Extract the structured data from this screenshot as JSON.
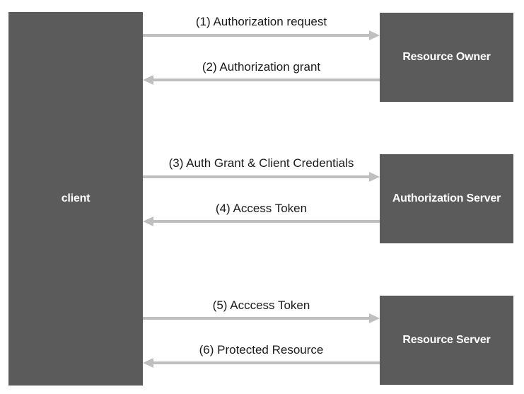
{
  "nodes": {
    "client": "client",
    "resource_owner": "Resource Owner",
    "authorization_server": "Authorization Server",
    "resource_server": "Resource Server"
  },
  "messages": [
    {
      "label": "(1) Authorization request",
      "direction": "client-to-server"
    },
    {
      "label": "(2) Authorization grant",
      "direction": "server-to-client"
    },
    {
      "label": "(3) Auth Grant & Client Credentials",
      "direction": "client-to-server"
    },
    {
      "label": "(4) Access Token",
      "direction": "server-to-client"
    },
    {
      "label": "(5) Acccess Token",
      "direction": "client-to-server"
    },
    {
      "label": "(6) Protected Resource",
      "direction": "server-to-client"
    }
  ],
  "colors": {
    "box": "#5b5b5b",
    "arrow": "#bfbfbf",
    "text": "#1a1a1a"
  }
}
